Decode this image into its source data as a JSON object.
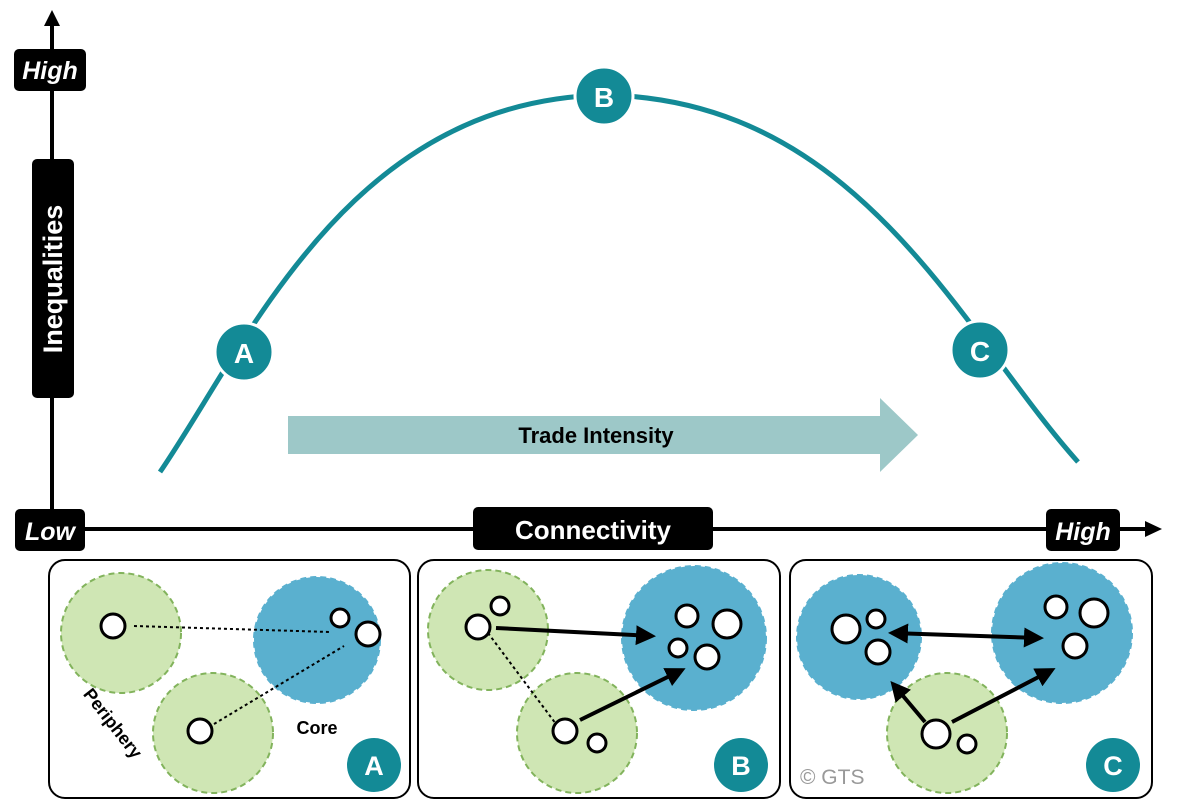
{
  "colors": {
    "curve": "#138a96",
    "badge": "#138a96",
    "arrow_fill": "#9dc8c8",
    "periphery_fill": "#cfe6b4",
    "periphery_stroke": "#82b35c",
    "core_fill": "#5ab0cf",
    "axis": "#000000"
  },
  "axes": {
    "y_title": "Inequalities",
    "y_high": "High",
    "origin_low": "Low",
    "x_title": "Connectivity",
    "x_high": "High"
  },
  "curve_points": {
    "a": "A",
    "b": "B",
    "c": "C"
  },
  "trade_arrow_label": "Trade Intensity",
  "panels": {
    "a": {
      "badge": "A",
      "periphery_label": "Periphery",
      "core_label": "Core"
    },
    "b": {
      "badge": "B"
    },
    "c": {
      "badge": "C",
      "copyright": "© GTS"
    }
  }
}
